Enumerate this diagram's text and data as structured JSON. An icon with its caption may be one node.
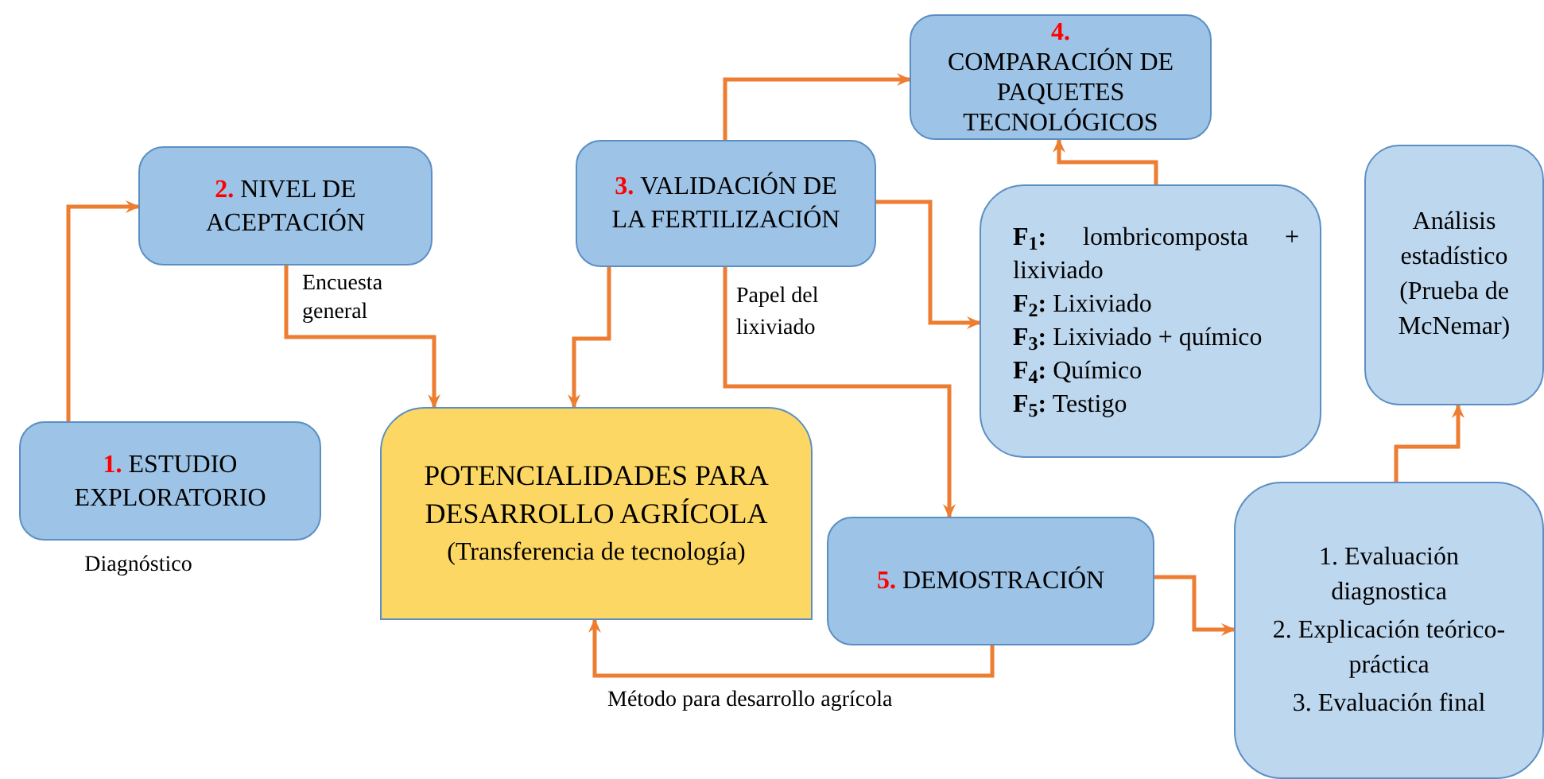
{
  "diagram": {
    "nodes": [
      {
        "text": [
          "1.",
          "ESTUDIO EXPLORATORIO"
        ],
        "beside": [
          "Diagnóstico"
        ]
      },
      {
        "text": [
          "2.",
          "NIVEL DE ACEPTACIÓN"
        ]
      },
      {
        "text": [
          "3.",
          "VALIDACIÓN DE LA FERTILIZACIÓN"
        ]
      },
      {
        "text": [
          "4.",
          "COMPARACIÓN DE PAQUETES TECNOLÓGICOS"
        ]
      },
      {
        "text": [
          "**F$_{1}$:** lombricomposta + lixiviado",
          "**F$_{2}$:** Lixiviado",
          "**F$_{3}$:** Lixiviado + químico",
          "**F$_{4}$:** Químico",
          "**F$_{5}$:** Testigo"
        ]
      },
      {
        "text": [
          "Análisis estadístico (Prueba de McNemar)"
        ]
      },
      {
        "text": [
          "POTENCIALIDADES PARA DESARROLLO AGRÍCOLA",
          "(Transferencia de tecnología)"
        ]
      },
      {
        "text": [
          "5.",
          "DEMOSTRACIÓN"
        ]
      },
      {
        "text": [
          "1. Evaluación diagnostica",
          "2. Explicación teórico-práctica",
          "3. Evaluación final"
        ]
      }
    ],
    "edges": [
      {
        "from": 0,
        "to": 1,
        "arrow": "to"
      },
      {
        "from": 1,
        "to": 6,
        "arrow": "to",
        "label": "Encuesta general"
      },
      {
        "from": 2,
        "to": 6,
        "arrow": "to"
      },
      {
        "from": 2,
        "to": 3,
        "arrow": "to"
      },
      {
        "from": 2,
        "to": 4,
        "arrow": "to"
      },
      {
        "from": 2,
        "to": 7,
        "arrow": "to",
        "label": "Papel del lixiviado"
      },
      {
        "from": 4,
        "to": 3,
        "arrow": "to"
      },
      {
        "from": 7,
        "to": 6,
        "arrow": "to",
        "label": "Método para desarrollo agrícola"
      },
      {
        "from": 7,
        "to": 8,
        "arrow": "to"
      },
      {
        "from": 8,
        "to": 5,
        "arrow": "to"
      }
    ]
  }
}
